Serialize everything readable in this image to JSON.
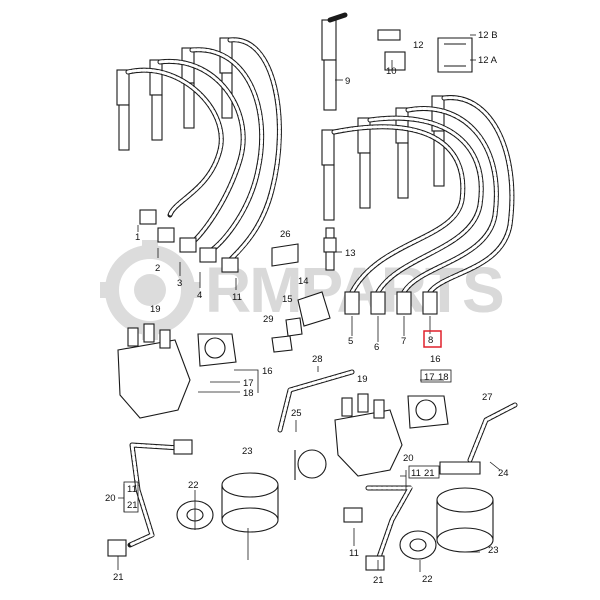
{
  "watermark": "RMPARTS",
  "colors": {
    "line": "#1a1a1a",
    "watermark": "#d9d9d9",
    "highlight": "#e0202b"
  },
  "highlighted_callout": "8",
  "callouts": {
    "c1": "1",
    "c2": "2",
    "c3": "3",
    "c4": "4",
    "c5": "5",
    "c6": "6",
    "c7": "7",
    "c8": "8",
    "c9": "9",
    "c10": "10",
    "c11a": "11",
    "c11b": "11",
    "c12": "12",
    "c12a": "12 A",
    "c12b": "12 B",
    "c13": "13",
    "c14": "14",
    "c15": "15",
    "c16a": "16",
    "c16b": "16",
    "c17a": "17",
    "c17b": "17",
    "c18a": "18",
    "c18b": "18",
    "c19a": "19",
    "c19b": "19",
    "c20a": "20",
    "c20b": "20",
    "c21a": "21",
    "c21b": "21",
    "c21c": "21",
    "c21d": "21",
    "c22a": "22",
    "c22b": "22",
    "c23a": "23",
    "c23b": "23",
    "c24": "24",
    "c25": "25",
    "c26": "26",
    "c27": "27",
    "c28": "28",
    "c29": "29",
    "c11c": "11",
    "c11d": "11"
  }
}
